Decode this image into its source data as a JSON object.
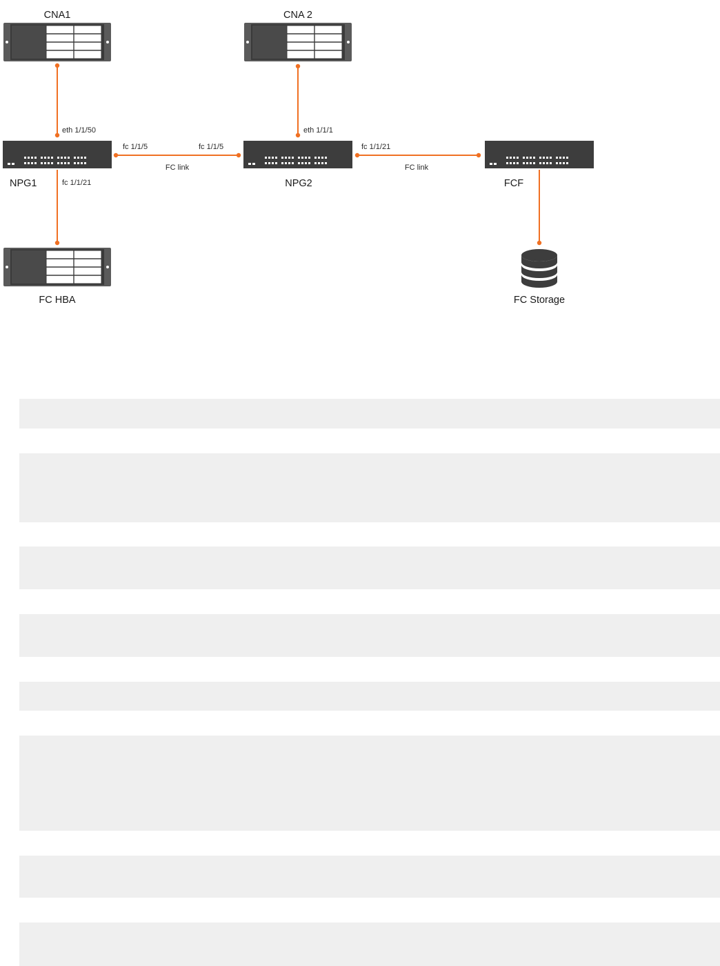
{
  "diagram": {
    "nodes": {
      "cna1": "CNA1",
      "cna2": "CNA 2",
      "npg1": "NPG1",
      "npg2": "NPG2",
      "fcf": "FCF",
      "fc_hba": "FC HBA",
      "fc_storage": "FC Storage"
    },
    "ports": {
      "npg1_eth": "eth 1/1/50",
      "npg1_fc_left": "fc 1/1/5",
      "npg2_fc_right": "fc 1/1/5",
      "npg1_fc_down": "fc 1/1/21",
      "npg2_eth": "eth 1/1/1",
      "npg2_fc_out": "fc 1/1/21"
    },
    "links": {
      "npg1_npg2": "FC link",
      "npg2_fcf": "FC link"
    },
    "colors": {
      "link": "#f07022",
      "device_body": "#3d3d3d",
      "device_frame": "#5a5a5a"
    }
  }
}
